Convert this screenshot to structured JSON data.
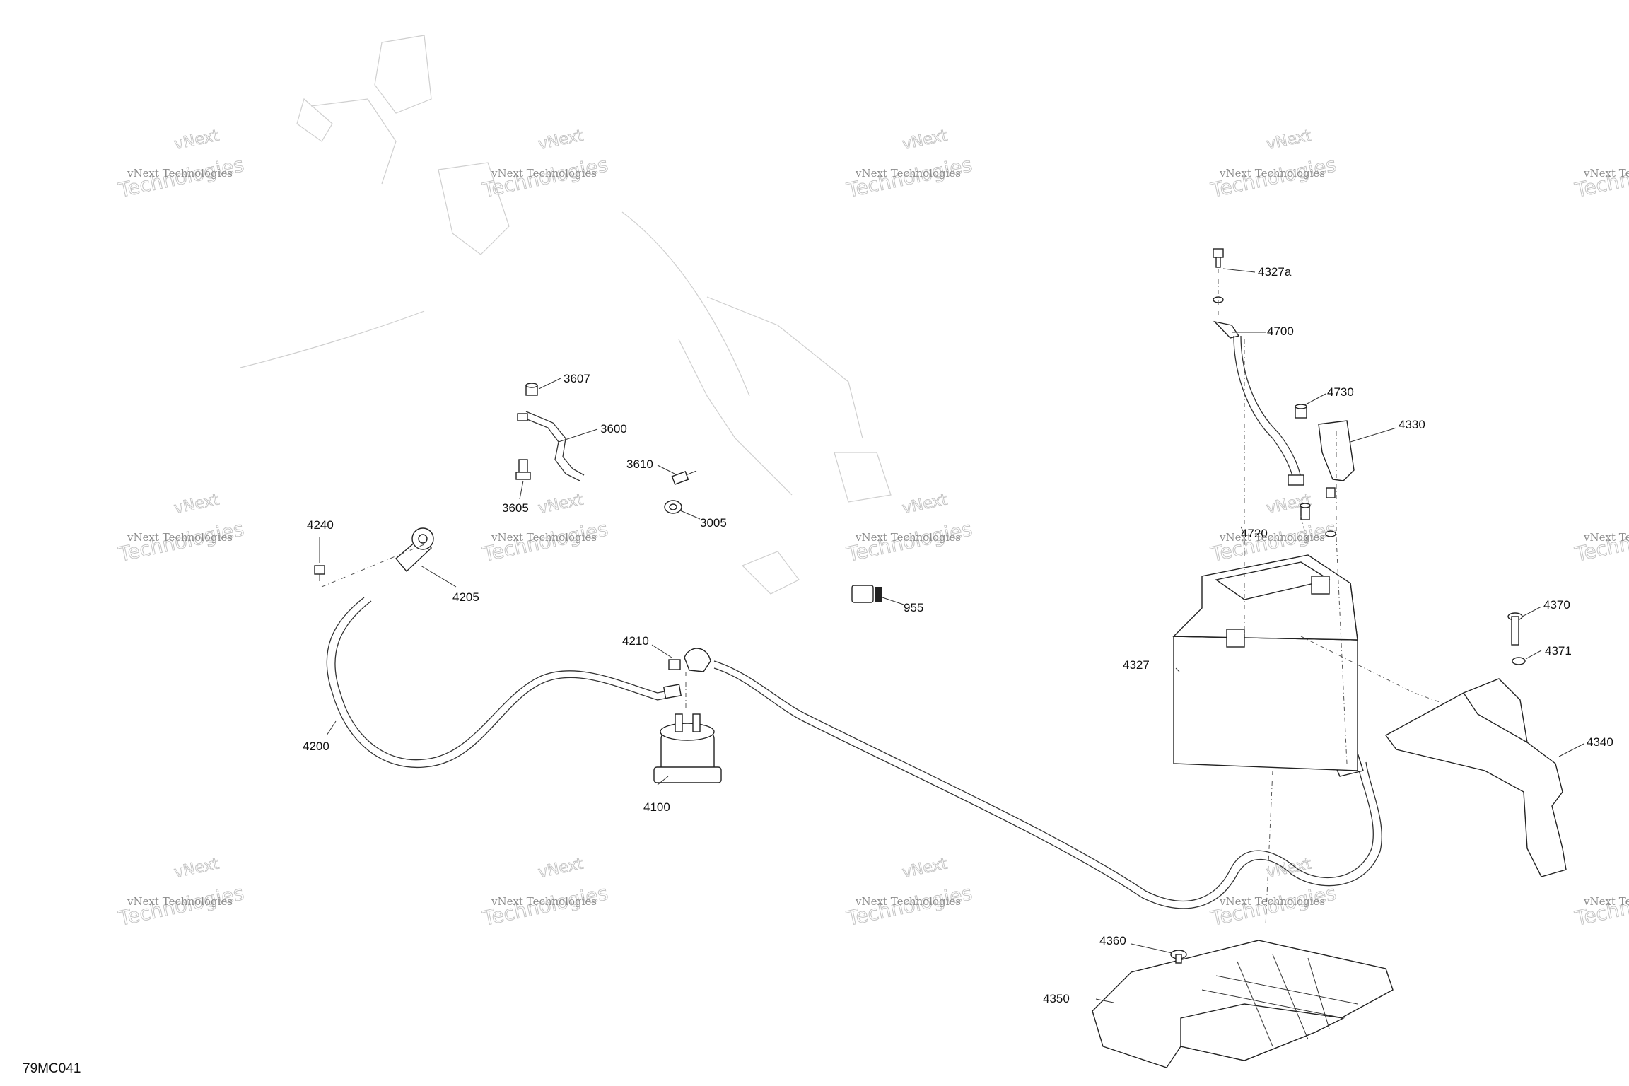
{
  "figure": {
    "code": "79MC041"
  },
  "watermark": {
    "line1": "vNext Technologies",
    "line2": "Technologies",
    "line3": "vNext"
  },
  "callouts": [
    {
      "id": "3607",
      "label": "3607"
    },
    {
      "id": "3600",
      "label": "3600"
    },
    {
      "id": "3610",
      "label": "3610"
    },
    {
      "id": "3605",
      "label": "3605"
    },
    {
      "id": "3005",
      "label": "3005"
    },
    {
      "id": "4240",
      "label": "4240"
    },
    {
      "id": "4205",
      "label": "4205"
    },
    {
      "id": "4210",
      "label": "4210"
    },
    {
      "id": "4200",
      "label": "4200"
    },
    {
      "id": "4100",
      "label": "4100"
    },
    {
      "id": "955",
      "label": "955"
    },
    {
      "id": "4327a",
      "label": "4327a"
    },
    {
      "id": "4700",
      "label": "4700"
    },
    {
      "id": "4730",
      "label": "4730"
    },
    {
      "id": "4330",
      "label": "4330"
    },
    {
      "id": "4720",
      "label": "4720"
    },
    {
      "id": "4327",
      "label": "4327"
    },
    {
      "id": "4370",
      "label": "4370"
    },
    {
      "id": "4371",
      "label": "4371"
    },
    {
      "id": "4340",
      "label": "4340"
    },
    {
      "id": "4360",
      "label": "4360"
    },
    {
      "id": "4350",
      "label": "4350"
    }
  ]
}
